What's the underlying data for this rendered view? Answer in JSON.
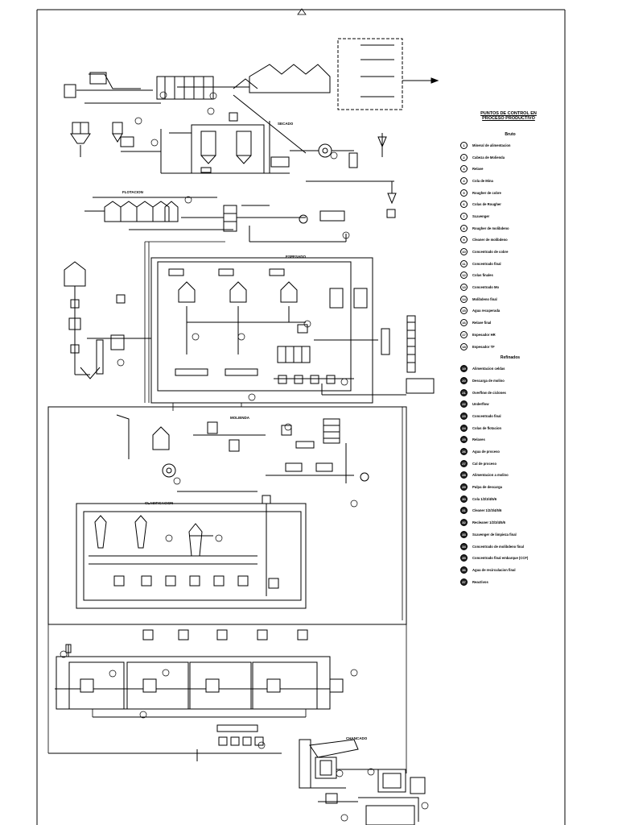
{
  "sections": {
    "secado": "SECADO",
    "flotacion": "FLOTACION",
    "espesado": "ESPESADO",
    "molienda": "MOLIENDA",
    "clasificacion": "CLASIFICACION",
    "chancado": "CHANCADO"
  },
  "legend": {
    "title_line1": "PUNTOS DE CONTROL EN",
    "title_line2": "PROCESO PRODUCTIVO",
    "group1": "Bruto",
    "group2": "Refinados",
    "items_group1": [
      {
        "num": "1",
        "label": "Mineral de alimentacion"
      },
      {
        "num": "2",
        "label": "Cabeza de Molienda"
      },
      {
        "num": "3",
        "label": "Relave"
      },
      {
        "num": "4",
        "label": "Cola de Mina"
      },
      {
        "num": "5",
        "label": "Rougher de cobre"
      },
      {
        "num": "6",
        "label": "Colas de Rougher"
      },
      {
        "num": "7",
        "label": "Scavenger"
      },
      {
        "num": "8",
        "label": "Rougher de molibdeno"
      },
      {
        "num": "9",
        "label": "Cleaner de molibdeno"
      },
      {
        "num": "10",
        "label": "Concentrado de cobre"
      },
      {
        "num": "11",
        "label": "Concentrado final"
      },
      {
        "num": "12",
        "label": "Colas finales"
      },
      {
        "num": "13",
        "label": "Concentrado Mo"
      },
      {
        "num": "14",
        "label": "Molibdeno final"
      },
      {
        "num": "15",
        "label": "Agua recuperada"
      },
      {
        "num": "16",
        "label": "Relave final"
      },
      {
        "num": "17",
        "label": "Espesador HR"
      },
      {
        "num": "18",
        "label": "Espesador TF"
      }
    ],
    "items_group2": [
      {
        "num": "19",
        "label": "Alimentacion celdas"
      },
      {
        "num": "20",
        "label": "Descarga de molino"
      },
      {
        "num": "21",
        "label": "Overflow de ciclones"
      },
      {
        "num": "22",
        "label": "Underflow"
      },
      {
        "num": "23",
        "label": "Concentrado final"
      },
      {
        "num": "24",
        "label": "Colas de flotacion"
      },
      {
        "num": "25",
        "label": "Relaves"
      },
      {
        "num": "26",
        "label": "Agua de proceso"
      },
      {
        "num": "27",
        "label": "Cal de proceso"
      },
      {
        "num": "28",
        "label": "Alimentacion a molino"
      },
      {
        "num": "29",
        "label": "Pulpa de descarga"
      },
      {
        "num": "30",
        "label": "Cola 1/2/3/4/5/6"
      },
      {
        "num": "31",
        "label": "Cleaner 1/2/3/4/5/6"
      },
      {
        "num": "32",
        "label": "Recleaner 1/2/3/4/5/6"
      },
      {
        "num": "33",
        "label": "Scavenger de limpieza final"
      },
      {
        "num": "34",
        "label": "Concentrado de molibdeno final"
      },
      {
        "num": "35",
        "label": "Concentrado final embarque (CCF)"
      },
      {
        "num": "36",
        "label": "Agua de recirculacion final"
      },
      {
        "num": "37",
        "label": "Reactivos"
      }
    ]
  }
}
